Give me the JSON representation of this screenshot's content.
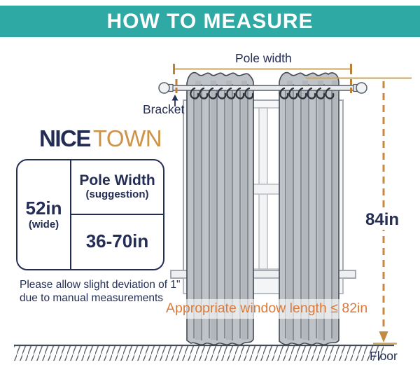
{
  "header": {
    "title": "HOW TO MEASURE"
  },
  "labels": {
    "pole_width": "Pole width",
    "bracket": "Bracket",
    "height": "84in",
    "window_length": "Appropriate window length ≤ 82in",
    "floor": "Floor"
  },
  "logo": {
    "nice": "NICE",
    "town": "TOWN"
  },
  "size_table": {
    "size": "52in",
    "size_note": "(wide)",
    "col_title": "Pole Width",
    "col_subtitle": "(suggestion)",
    "range": "36-70in"
  },
  "note": {
    "line1": "Please allow slight deviation of 1\"",
    "line2": "due to manual measurements"
  },
  "colors": {
    "header_teal": "#2EA9A4",
    "navy_text": "#242E55",
    "logo_gold": "#CD9449",
    "measure_tan": "#C9A45C",
    "measure_orange": "#BE7F39",
    "dashed_line": "#C58A42",
    "window_length_orange": "#D97B3C",
    "curtain_gray": "#BFC3C8"
  }
}
